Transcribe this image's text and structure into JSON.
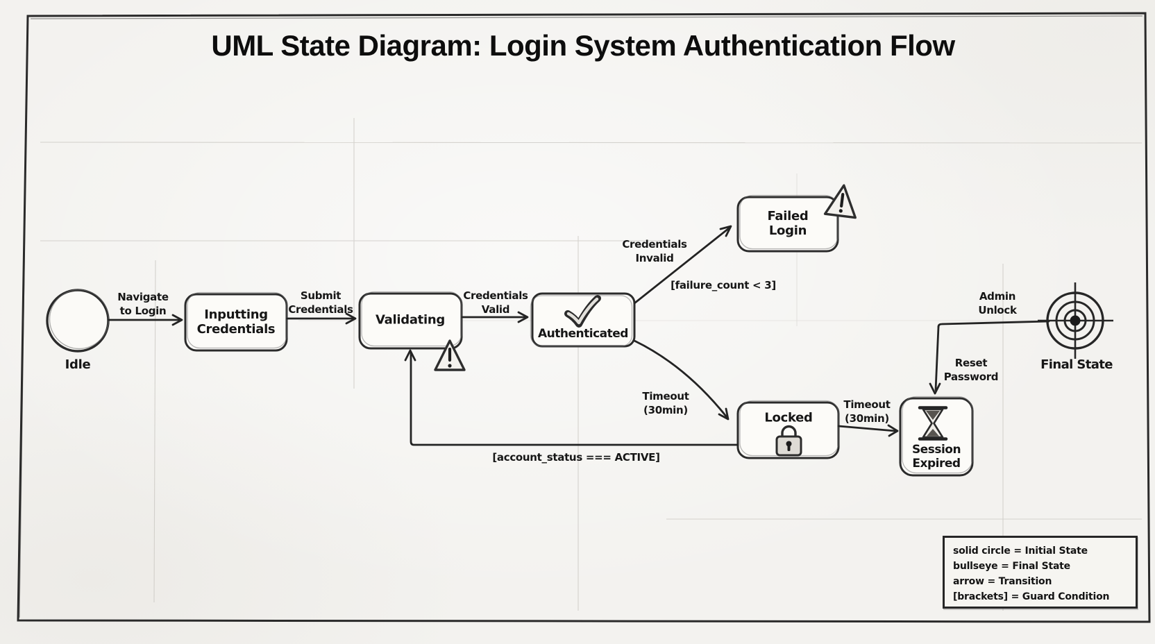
{
  "title": "UML State Diagram: Login System Authentication Flow",
  "diagram": {
    "initial_state": {
      "label": "Idle",
      "icon": "solid-circle-icon"
    },
    "final_state": {
      "label": "Final State",
      "icon": "bullseye-icon"
    },
    "states": [
      {
        "id": "inputting_credentials",
        "label": "Inputting\nCredentials"
      },
      {
        "id": "validating",
        "label": "Validating",
        "icon": "warning-icon"
      },
      {
        "id": "authenticated",
        "label": "Authenticated",
        "icon": "checkmark-icon"
      },
      {
        "id": "failed_login",
        "label": "Failed\nLogin",
        "icon": "warning-icon"
      },
      {
        "id": "locked",
        "label": "Locked",
        "icon": "padlock-icon"
      },
      {
        "id": "session_expired",
        "label": "Session\nExpired",
        "icon": "hourglass-icon"
      }
    ],
    "transitions": [
      {
        "from": "Idle",
        "to": "Inputting Credentials",
        "label": "Navigate\nto Login"
      },
      {
        "from": "Inputting Credentials",
        "to": "Validating",
        "label": "Submit\nCredentials"
      },
      {
        "from": "Validating",
        "to": "Authenticated",
        "label": "Credentials\nValid"
      },
      {
        "from": "Authenticated",
        "to": "Failed Login",
        "label": "Credentials\nInvalid",
        "guard": "[failure_count < 3]"
      },
      {
        "from": "Authenticated",
        "to": "Locked",
        "label": "Timeout\n(30min)"
      },
      {
        "from": "Locked",
        "to": "Session Expired",
        "label": "Timeout\n(30min)"
      },
      {
        "from": "Locked",
        "to": "Validating",
        "guard": "[account_status === ACTIVE]"
      },
      {
        "from": "Final State line",
        "to": "Session Expired",
        "label": "Reset\nPassword"
      },
      {
        "from": "Locked",
        "to": "Final State",
        "label": "Admin\nUnlock"
      }
    ],
    "legend": {
      "lines": [
        "solid circle = Initial State",
        "bullseye = Final State",
        "arrow = Transition",
        "[brackets] = Guard Condition"
      ]
    }
  },
  "colors": {
    "ink": "#262626",
    "paper": "#f3f2ef",
    "box_fill": "#fcfbf8",
    "gridline": "#c9c6c0"
  }
}
